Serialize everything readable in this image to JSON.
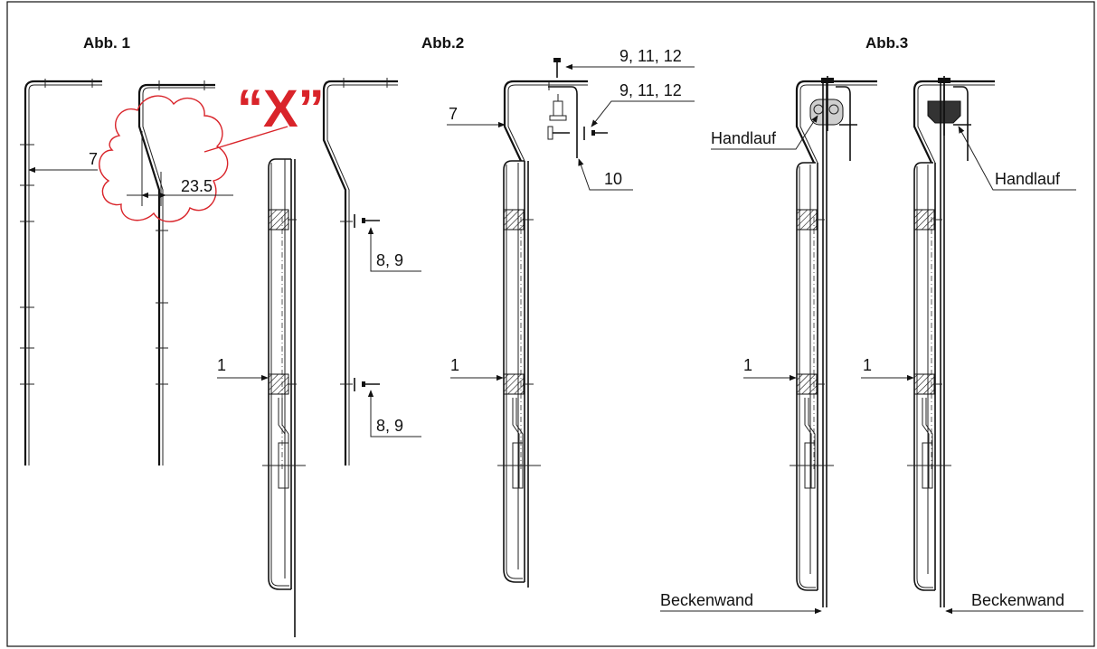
{
  "figures": {
    "abb1_title": "Abb. 1",
    "abb2_title": "Abb.2",
    "abb3_title": "Abb.3"
  },
  "abb1": {
    "label_7": "7",
    "detail_mark": "“X”",
    "dimension": "23.5",
    "label_1": "1",
    "label_89_top": "8, 9",
    "label_89_bottom": "8, 9"
  },
  "abb2": {
    "label_91112_top": "9, 11, 12",
    "label_91112_mid": "9, 11, 12",
    "label_7": "7",
    "label_10": "10",
    "label_1": "1"
  },
  "abb3": {
    "handlauf_left": "Handlauf",
    "handlauf_right": "Handlauf",
    "label_1_left": "1",
    "label_1_right": "1",
    "beckenwand_left": "Beckenwand",
    "beckenwand_right": "Beckenwand"
  },
  "colors": {
    "line": "#111111",
    "highlight": "#d9242a",
    "background": "#ffffff"
  }
}
